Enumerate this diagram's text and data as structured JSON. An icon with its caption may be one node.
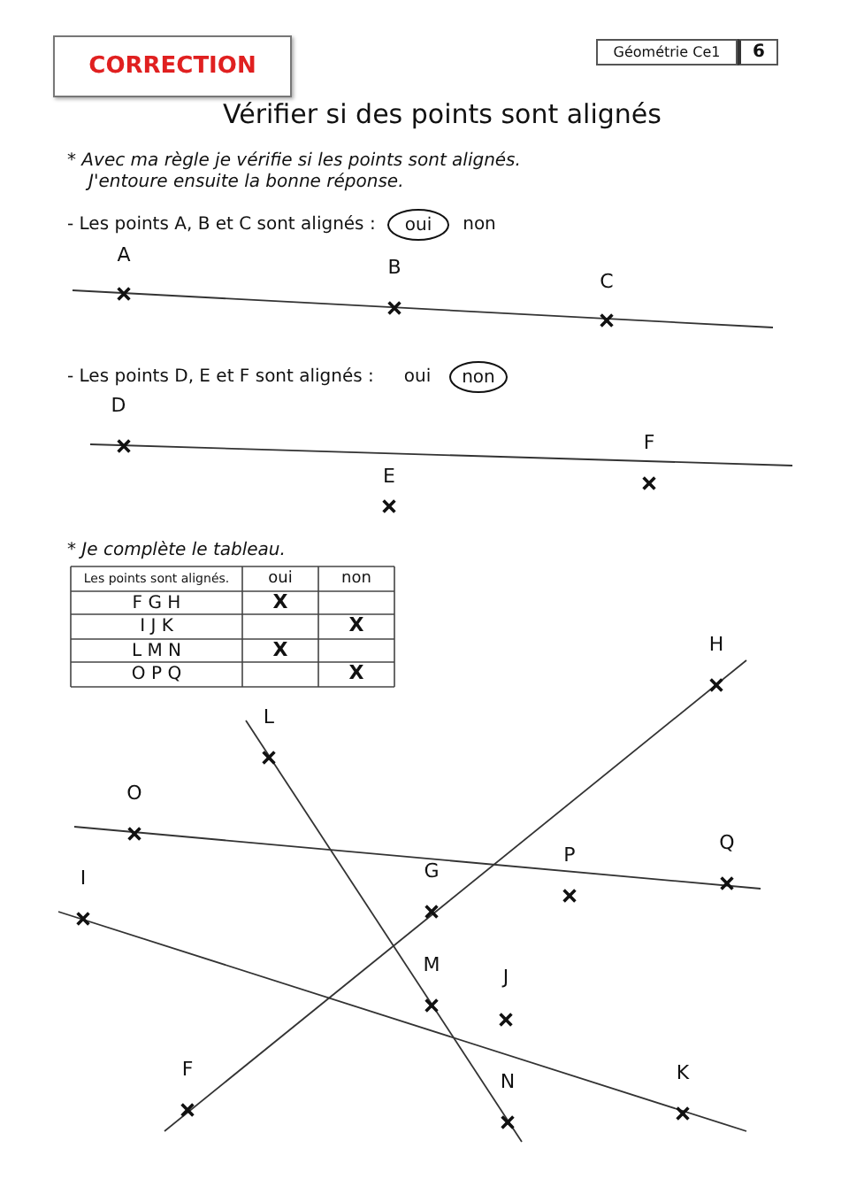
{
  "diagram": {
    "title": "Vérifier si des points sont alignés",
    "nodes": [
      {
        "text": [
          "CORRECTION"
        ]
      },
      {
        "text": [
          "Géométrie Ce1"
        ]
      },
      {
        "text": [
          "6"
        ]
      },
      {
        "text": [
          "oui"
        ]
      },
      {
        "text": [
          "non"
        ]
      }
    ],
    "labels": [
      "* Avec ma règle je vérifie si les points sont alignés. J'entoure ensuite la bonne réponse.",
      "- Les points A, B et C sont alignés :",
      "non",
      "A",
      "B",
      "C",
      "- Les points D, E et F sont alignés :",
      "oui",
      "D",
      "E",
      "F",
      "* Je complète le tableau.",
      "Les points sont alignés.",
      "oui",
      "non",
      "F G H",
      "X",
      "I J K",
      "X",
      "L M N",
      "X",
      "O P Q",
      "X",
      "H",
      "L",
      "O",
      "Q",
      "P",
      "G",
      "I",
      "M",
      "J",
      "F",
      "K",
      "N"
    ]
  }
}
